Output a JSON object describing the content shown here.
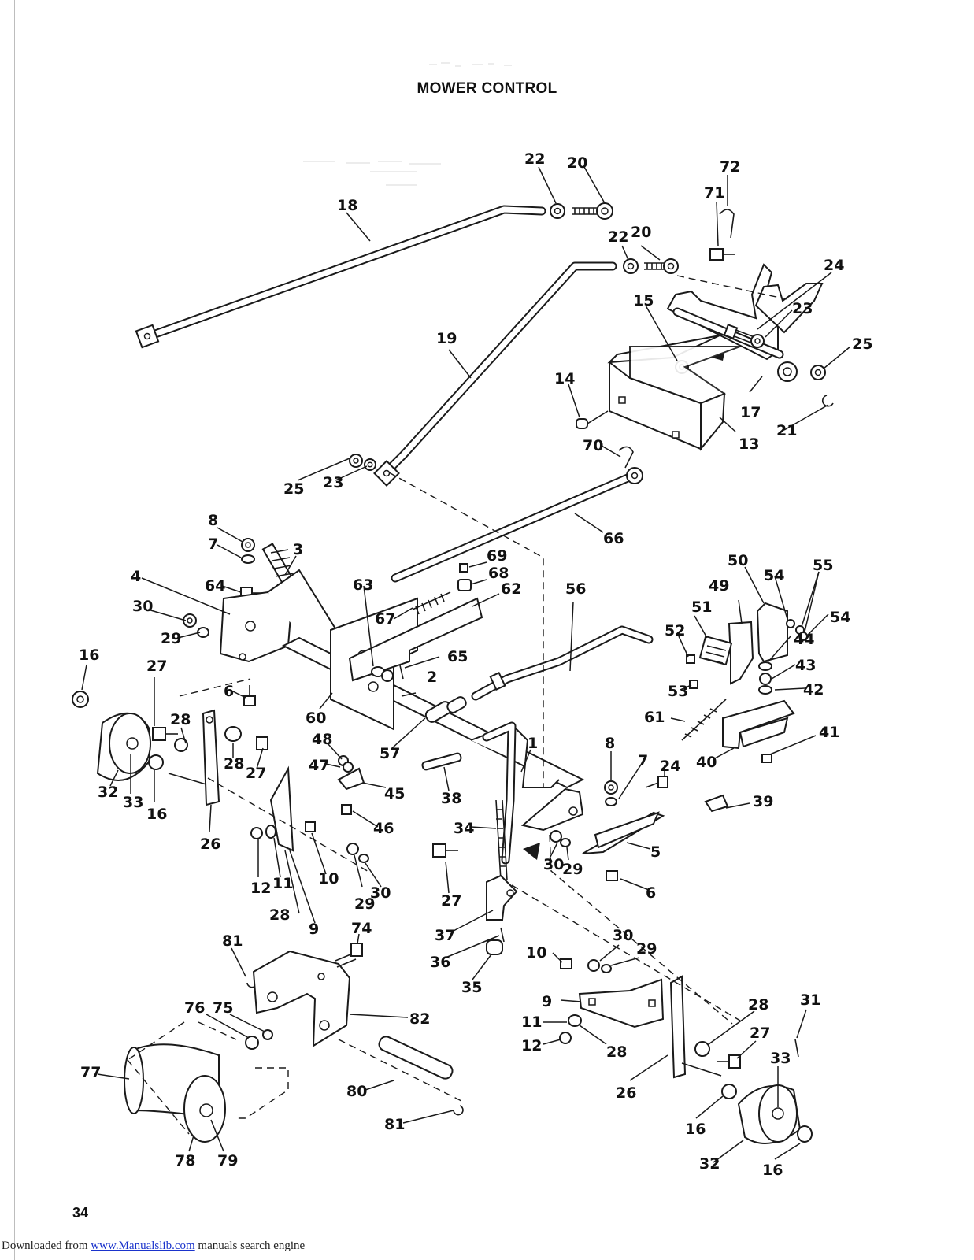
{
  "title": "MOWER CONTROL",
  "page_number": "34",
  "footer": {
    "prefix": "Downloaded from ",
    "link_text": "www.Manualslib.com",
    "suffix": " manuals search engine"
  },
  "callouts": [
    {
      "id": "c-22a",
      "label": "22"
    },
    {
      "id": "c-20a",
      "label": "20"
    },
    {
      "id": "c-72",
      "label": "72"
    },
    {
      "id": "c-71",
      "label": "71"
    },
    {
      "id": "c-18",
      "label": "18"
    },
    {
      "id": "c-22b",
      "label": "22"
    },
    {
      "id": "c-20b",
      "label": "20"
    },
    {
      "id": "c-24a",
      "label": "24"
    },
    {
      "id": "c-15",
      "label": "15"
    },
    {
      "id": "c-23a",
      "label": "23"
    },
    {
      "id": "c-25a",
      "label": "25"
    },
    {
      "id": "c-19",
      "label": "19"
    },
    {
      "id": "c-14",
      "label": "14"
    },
    {
      "id": "c-17",
      "label": "17"
    },
    {
      "id": "c-21",
      "label": "21"
    },
    {
      "id": "c-13",
      "label": "13"
    },
    {
      "id": "c-70",
      "label": "70"
    },
    {
      "id": "c-25b",
      "label": "25"
    },
    {
      "id": "c-23b",
      "label": "23"
    },
    {
      "id": "c-66",
      "label": "66"
    },
    {
      "id": "c-8a",
      "label": "8"
    },
    {
      "id": "c-7a",
      "label": "7"
    },
    {
      "id": "c-3",
      "label": "3"
    },
    {
      "id": "c-69",
      "label": "69"
    },
    {
      "id": "c-68",
      "label": "68"
    },
    {
      "id": "c-50",
      "label": "50"
    },
    {
      "id": "c-54a",
      "label": "54"
    },
    {
      "id": "c-55",
      "label": "55"
    },
    {
      "id": "c-4",
      "label": "4"
    },
    {
      "id": "c-64",
      "label": "64"
    },
    {
      "id": "c-63",
      "label": "63"
    },
    {
      "id": "c-62",
      "label": "62"
    },
    {
      "id": "c-56",
      "label": "56"
    },
    {
      "id": "c-49",
      "label": "49"
    },
    {
      "id": "c-54b",
      "label": "54"
    },
    {
      "id": "c-30a",
      "label": "30"
    },
    {
      "id": "c-67",
      "label": "67"
    },
    {
      "id": "c-51",
      "label": "51"
    },
    {
      "id": "c-29a",
      "label": "29"
    },
    {
      "id": "c-52",
      "label": "52"
    },
    {
      "id": "c-44",
      "label": "44"
    },
    {
      "id": "c-16a",
      "label": "16"
    },
    {
      "id": "c-27a",
      "label": "27"
    },
    {
      "id": "c-65",
      "label": "65"
    },
    {
      "id": "c-2",
      "label": "2"
    },
    {
      "id": "c-43",
      "label": "43"
    },
    {
      "id": "c-6a",
      "label": "6"
    },
    {
      "id": "c-53",
      "label": "53"
    },
    {
      "id": "c-42",
      "label": "42"
    },
    {
      "id": "c-60",
      "label": "60"
    },
    {
      "id": "c-61",
      "label": "61"
    },
    {
      "id": "c-28a",
      "label": "28"
    },
    {
      "id": "c-48",
      "label": "48"
    },
    {
      "id": "c-41",
      "label": "41"
    },
    {
      "id": "c-28b",
      "label": "28"
    },
    {
      "id": "c-57",
      "label": "57"
    },
    {
      "id": "c-1",
      "label": "1"
    },
    {
      "id": "c-8b",
      "label": "8"
    },
    {
      "id": "c-40",
      "label": "40"
    },
    {
      "id": "c-47",
      "label": "47"
    },
    {
      "id": "c-27b",
      "label": "27"
    },
    {
      "id": "c-7b",
      "label": "7"
    },
    {
      "id": "c-24b",
      "label": "24"
    },
    {
      "id": "c-32a",
      "label": "32"
    },
    {
      "id": "c-33a",
      "label": "33"
    },
    {
      "id": "c-16b",
      "label": "16"
    },
    {
      "id": "c-45",
      "label": "45"
    },
    {
      "id": "c-38",
      "label": "38"
    },
    {
      "id": "c-39",
      "label": "39"
    },
    {
      "id": "c-26a",
      "label": "26"
    },
    {
      "id": "c-46",
      "label": "46"
    },
    {
      "id": "c-34",
      "label": "34"
    },
    {
      "id": "c-5",
      "label": "5"
    },
    {
      "id": "c-12a",
      "label": "12"
    },
    {
      "id": "c-11a",
      "label": "11"
    },
    {
      "id": "c-10a",
      "label": "10"
    },
    {
      "id": "c-30b",
      "label": "30"
    },
    {
      "id": "c-29b",
      "label": "29"
    },
    {
      "id": "c-6b",
      "label": "6"
    },
    {
      "id": "c-27c",
      "label": "27"
    },
    {
      "id": "c-29c",
      "label": "29"
    },
    {
      "id": "c-30c",
      "label": "30"
    },
    {
      "id": "c-28c",
      "label": "28"
    },
    {
      "id": "c-9a",
      "label": "9"
    },
    {
      "id": "c-37",
      "label": "37"
    },
    {
      "id": "c-74",
      "label": "74"
    },
    {
      "id": "c-81a",
      "label": "81"
    },
    {
      "id": "c-36",
      "label": "36"
    },
    {
      "id": "c-30d",
      "label": "30"
    },
    {
      "id": "c-29d",
      "label": "29"
    },
    {
      "id": "c-10b",
      "label": "10"
    },
    {
      "id": "c-35",
      "label": "35"
    },
    {
      "id": "c-9b",
      "label": "9"
    },
    {
      "id": "c-28d",
      "label": "28"
    },
    {
      "id": "c-31",
      "label": "31"
    },
    {
      "id": "c-76",
      "label": "76"
    },
    {
      "id": "c-75",
      "label": "75"
    },
    {
      "id": "c-82",
      "label": "82"
    },
    {
      "id": "c-27d",
      "label": "27"
    },
    {
      "id": "c-11b",
      "label": "11"
    },
    {
      "id": "c-28e",
      "label": "28"
    },
    {
      "id": "c-12b",
      "label": "12"
    },
    {
      "id": "c-33b",
      "label": "33"
    },
    {
      "id": "c-77",
      "label": "77"
    },
    {
      "id": "c-26b",
      "label": "26"
    },
    {
      "id": "c-80",
      "label": "80"
    },
    {
      "id": "c-81b",
      "label": "81"
    },
    {
      "id": "c-16c",
      "label": "16"
    },
    {
      "id": "c-78",
      "label": "78"
    },
    {
      "id": "c-79",
      "label": "79"
    },
    {
      "id": "c-32b",
      "label": "32"
    },
    {
      "id": "c-16d",
      "label": "16"
    }
  ]
}
